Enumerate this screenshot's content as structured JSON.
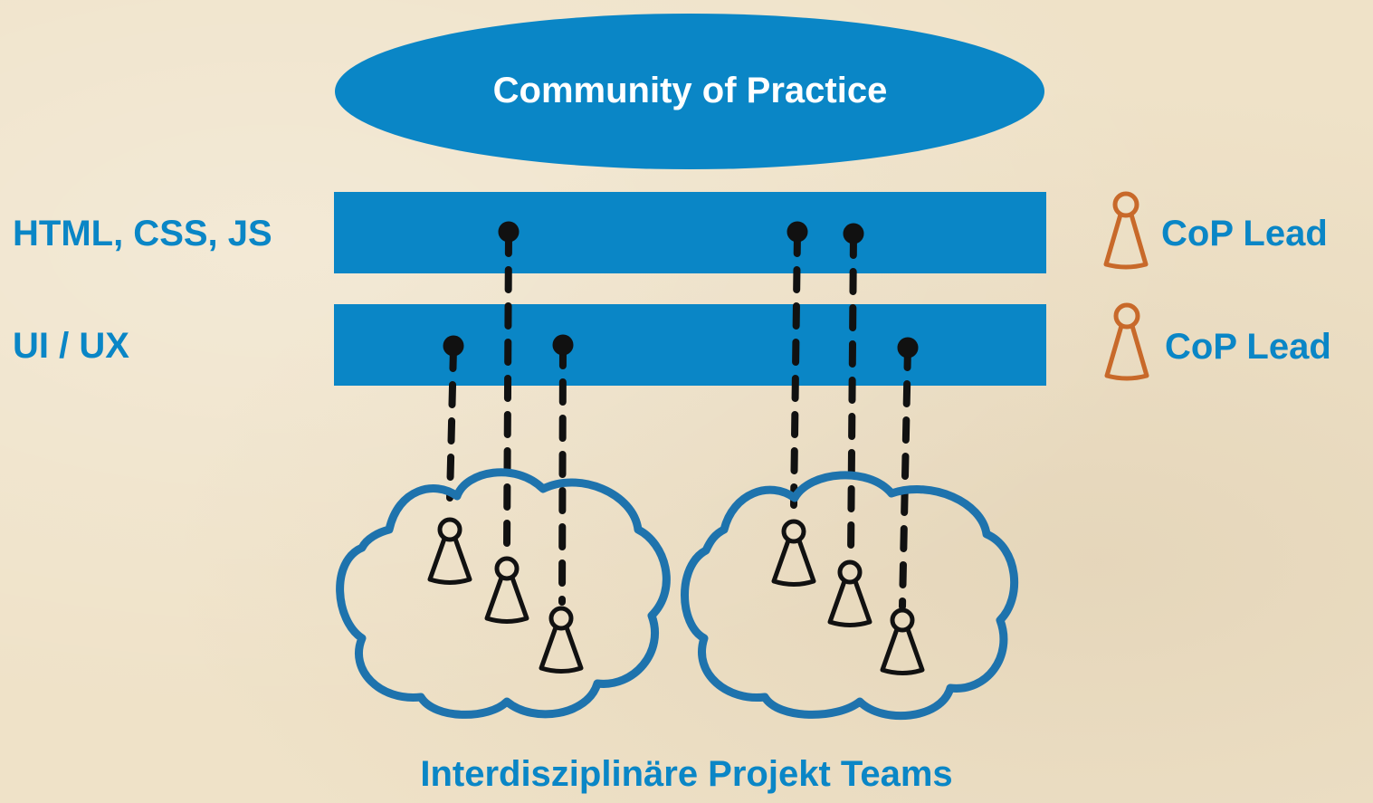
{
  "colors": {
    "blue": "#0a86c6",
    "cloud": "#1e73ad",
    "orange": "#c8692a",
    "ink": "#111111",
    "background": "#efe2c8"
  },
  "community": {
    "title": "Community of Practice"
  },
  "rows": [
    {
      "label": "HTML, CSS, JS",
      "lead": "CoP Lead"
    },
    {
      "label": "UI / UX",
      "lead": "CoP Lead"
    }
  ],
  "teams": {
    "count": 2,
    "members_per_team": 3,
    "caption": "Interdisziplinäre Projekt Teams"
  },
  "icons": {
    "lead": "person-icon",
    "member": "person-icon",
    "team": "cloud-icon",
    "connector": "pin-icon"
  }
}
